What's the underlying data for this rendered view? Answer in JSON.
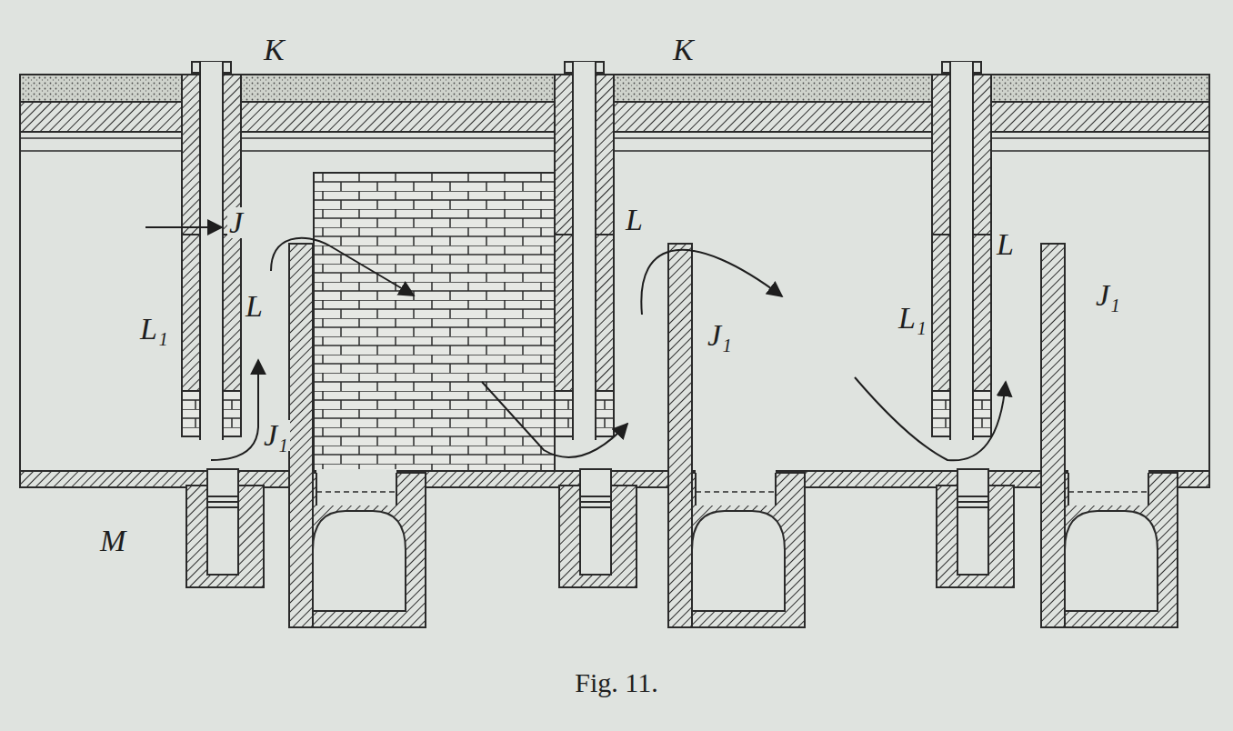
{
  "diagram": {
    "caption": "Fig. 11.",
    "labels": [
      "K",
      "K",
      "J",
      "L",
      "L₁",
      "J₁",
      "M",
      "L",
      "J₁",
      "L₁",
      "L",
      "J₁"
    ]
  }
}
